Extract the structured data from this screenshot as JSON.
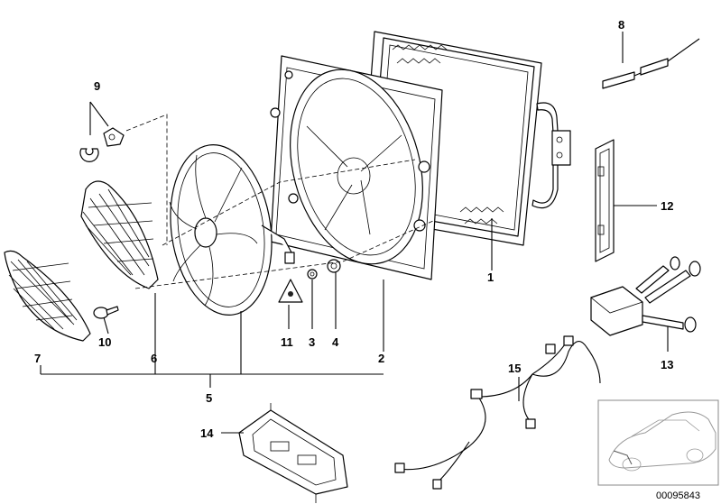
{
  "callouts": [
    {
      "id": "1",
      "text": "1"
    },
    {
      "id": "2",
      "text": "2"
    },
    {
      "id": "3",
      "text": "3"
    },
    {
      "id": "4",
      "text": "4"
    },
    {
      "id": "5",
      "text": "5"
    },
    {
      "id": "6",
      "text": "6"
    },
    {
      "id": "7",
      "text": "7"
    },
    {
      "id": "8",
      "text": "8"
    },
    {
      "id": "9",
      "text": "9"
    },
    {
      "id": "10",
      "text": "10"
    },
    {
      "id": "11",
      "text": "11"
    },
    {
      "id": "12",
      "text": "12"
    },
    {
      "id": "13",
      "text": "13"
    },
    {
      "id": "14",
      "text": "14"
    },
    {
      "id": "15",
      "text": "15"
    }
  ],
  "document_id": "00095843"
}
